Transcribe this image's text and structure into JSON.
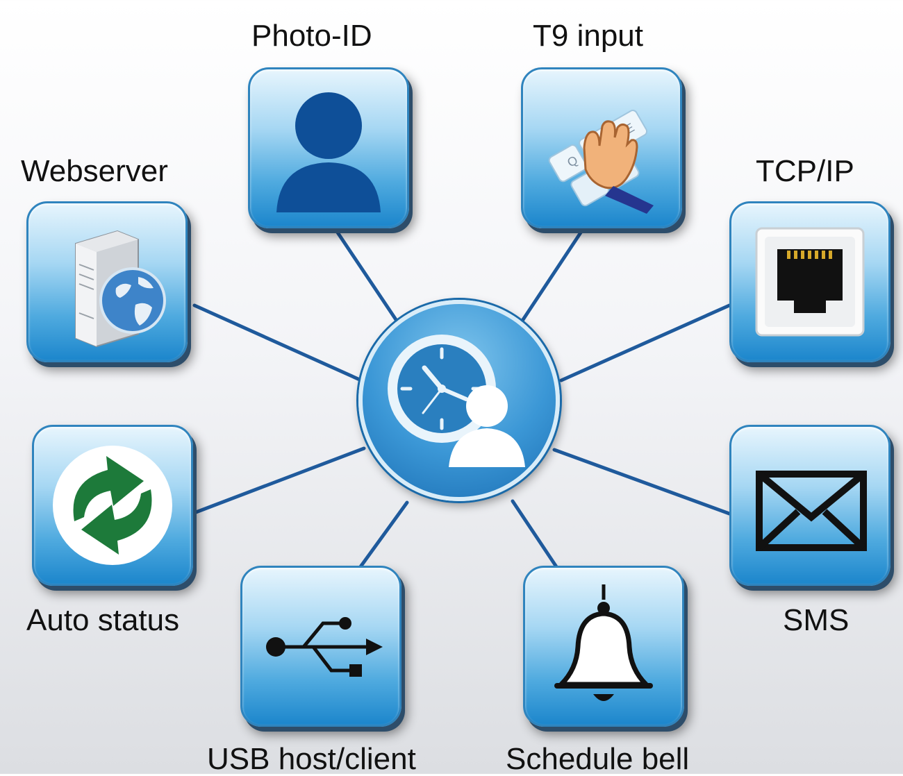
{
  "hub": {
    "icon": "clock-person-icon"
  },
  "features": [
    {
      "label": "Photo-ID",
      "icon": "person-silhouette-icon"
    },
    {
      "label": "T9 input",
      "icon": "keyboard-hand-icon"
    },
    {
      "label": "Webserver",
      "icon": "server-globe-icon"
    },
    {
      "label": "TCP/IP",
      "icon": "ethernet-port-icon"
    },
    {
      "label": "Auto status",
      "icon": "recycle-arrows-icon"
    },
    {
      "label": "SMS",
      "icon": "envelope-icon"
    },
    {
      "label": "USB host/client",
      "icon": "usb-icon"
    },
    {
      "label": "Schedule bell",
      "icon": "bell-icon"
    }
  ],
  "colors": {
    "tile_top": "#e7f5fd",
    "tile_bottom": "#1c86cc",
    "line": "#1f5a9c",
    "hub": "#3b97d6"
  }
}
